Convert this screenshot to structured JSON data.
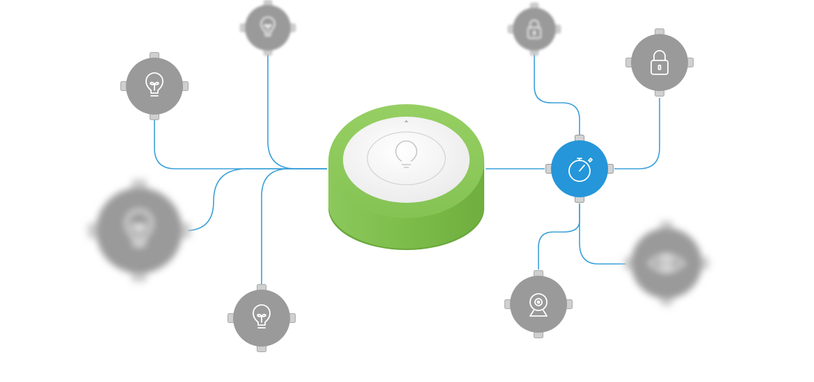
{
  "colors": {
    "wire": "#3aa0d8",
    "node": "#9a9a9a",
    "timer_node": "#2596d9",
    "hub_ring": "#7dbf4b",
    "hub_face": "#f2f2f2"
  },
  "nodes": [
    {
      "id": "bulb-top-left",
      "icon": "bulb-icon",
      "blur": "none"
    },
    {
      "id": "bulb-top",
      "icon": "bulb-icon",
      "blur": "soft"
    },
    {
      "id": "bulb-left-blurred",
      "icon": "bulb-icon",
      "blur": "strong"
    },
    {
      "id": "bulb-bottom",
      "icon": "bulb-icon",
      "blur": "none"
    },
    {
      "id": "timer",
      "icon": "stopwatch-icon",
      "blur": "none",
      "active": true
    },
    {
      "id": "lock-top",
      "icon": "lock-icon",
      "blur": "soft"
    },
    {
      "id": "lock-right",
      "icon": "lock-icon",
      "blur": "none"
    },
    {
      "id": "camera",
      "icon": "camera-icon",
      "blur": "none"
    },
    {
      "id": "eye-blurred",
      "icon": "eye-icon",
      "blur": "strong"
    }
  ],
  "hub": {
    "icon": "bulb-icon"
  }
}
